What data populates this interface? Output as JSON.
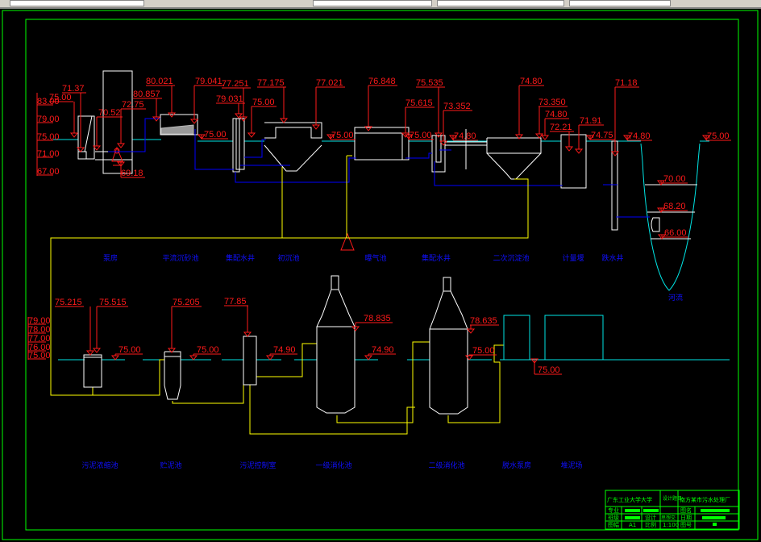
{
  "colors": {
    "frame": "#00ff00",
    "structure": "#ffffff",
    "elevation": "#ff1a1a",
    "water_pipe": "#0000ff",
    "sludge_pipe": "#ffff00",
    "ground": "#00e5e5",
    "label": "#1010ff"
  },
  "top_scale": [
    "83.00",
    "79.00",
    "75.00",
    "71.00",
    "67.00"
  ],
  "bottom_scale": [
    "79.00",
    "78.00",
    "77.00",
    "76.00",
    "75.00"
  ],
  "top_elevations": [
    "71.37",
    "75.00",
    "70.52",
    "72.75",
    "80.857",
    "80.021",
    "69.18",
    "79.041",
    "77.251",
    "79.031",
    "75.00",
    "77.175",
    "77.021",
    "75.00",
    "75.00",
    "76.848",
    "75.615",
    "75.535",
    "73.352",
    "75.00",
    "74.80",
    "74.80",
    "73.350",
    "74.80",
    "72.21",
    "71.91",
    "74.75",
    "71.18",
    "74.80",
    "75.00",
    "70.00",
    "68.20",
    "66.00"
  ],
  "bottom_elevations": [
    "75.215",
    "75.515",
    "75.205",
    "77.85",
    "78.835",
    "78.635",
    "75.00",
    "75.00",
    "74.90",
    "74.90",
    "75.00",
    "75.00"
  ],
  "top_labels": [
    "泵房",
    "平流沉砂池",
    "集配水井",
    "初沉池",
    "曝气池",
    "集配水井",
    "二次沉淀池",
    "计量堰",
    "跌水井",
    "河流"
  ],
  "bottom_labels": [
    "污泥浓缩池",
    "贮泥池",
    "污泥控制室",
    "一级消化池",
    "二级消化池",
    "脱水泵房",
    "堆泥场"
  ],
  "title_block": {
    "school": "广东工业大学大学",
    "design_topic_label": "设计题目",
    "project": "南方某市污水处理厂",
    "major": "专业",
    "class": "班级",
    "designer": "设计",
    "reviewer": "思想交",
    "sheet_size_label": "图幅",
    "sheet_size": "A1",
    "scale_label": "比例",
    "scale": "1:100",
    "drawing_name": "图名",
    "date": "日期",
    "drawing_no": "图号"
  }
}
